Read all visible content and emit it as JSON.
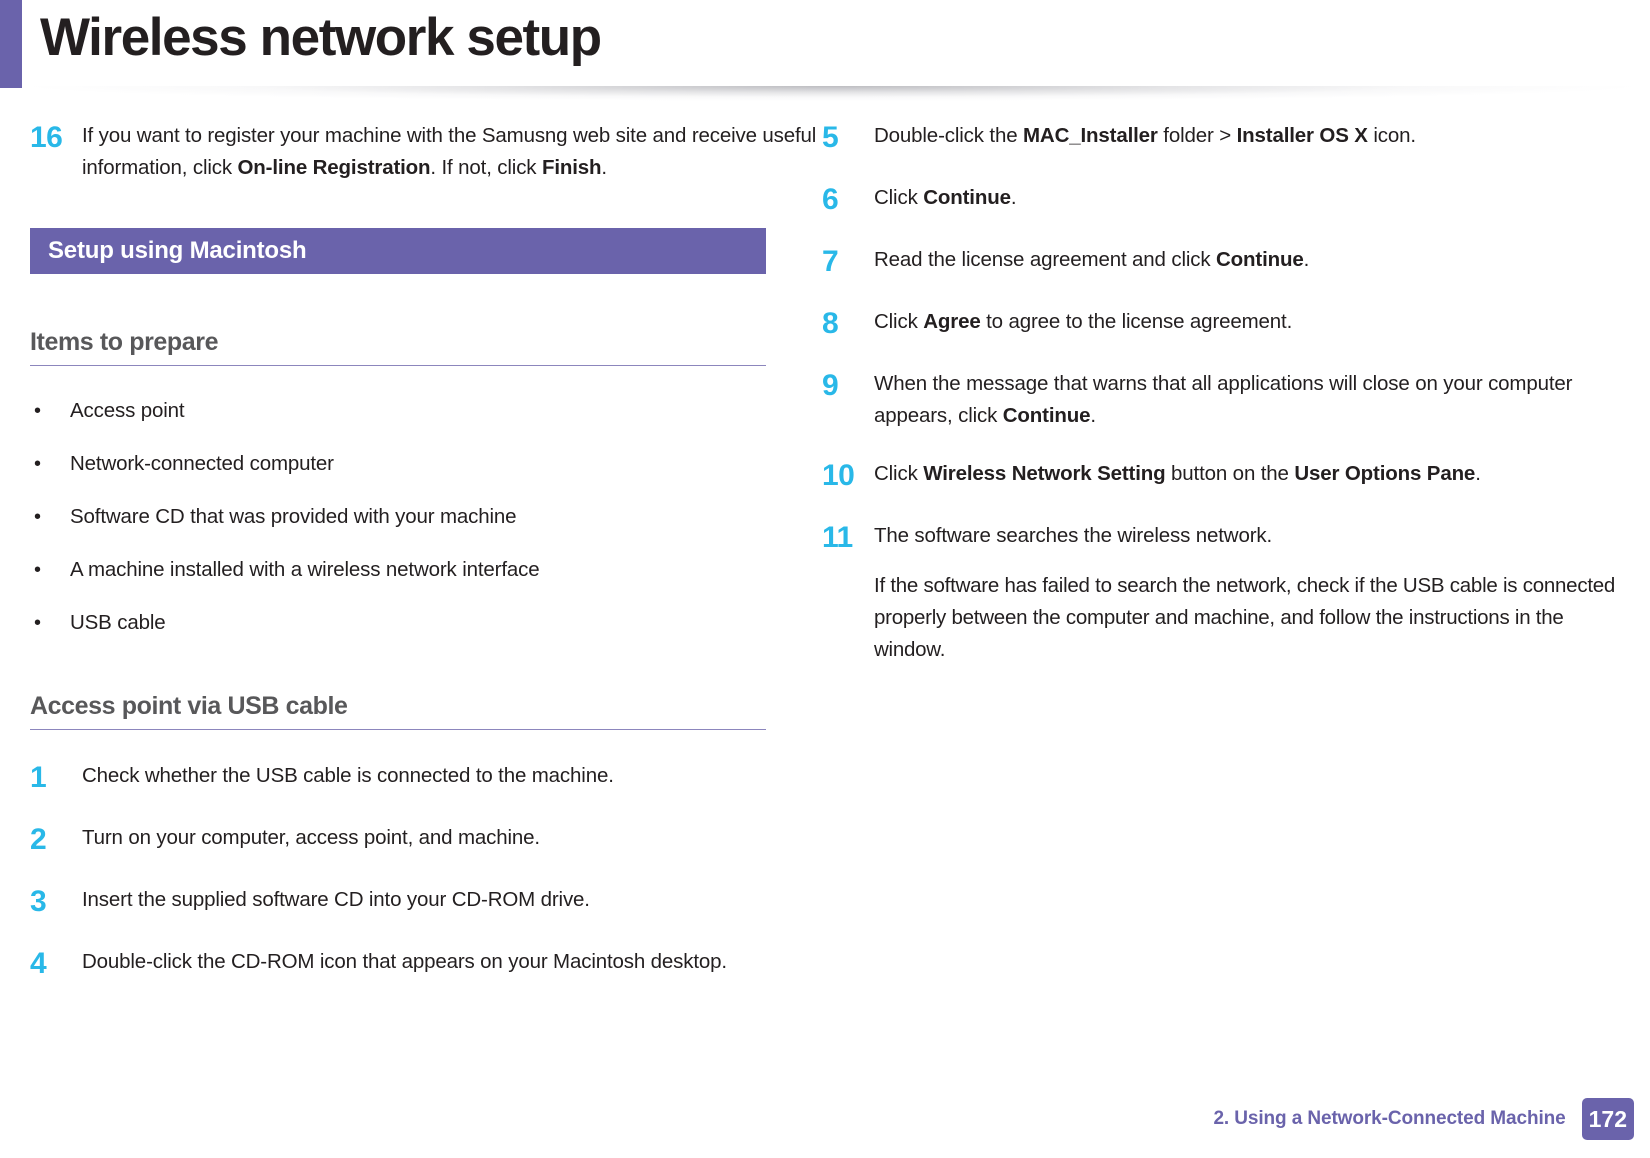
{
  "header": {
    "title": "Wireless network setup",
    "accent_color": "#6a63ab"
  },
  "theme": {
    "purple": "#6a63ab",
    "blue": "#29b8e8",
    "heading_gray": "#58585a",
    "body_black": "#231f20",
    "rule_purple": "#8c86bd"
  },
  "left_column": {
    "top_step": {
      "number": "16",
      "parts": [
        {
          "text": "If you want to register your machine with the Samusng web site and receive useful information, click ",
          "bold": false
        },
        {
          "text": "On-line Registration",
          "bold": true
        },
        {
          "text": ". If not, click ",
          "bold": false
        },
        {
          "text": "Finish",
          "bold": true
        },
        {
          "text": ".",
          "bold": false
        }
      ]
    },
    "section_banner": {
      "label": "Setup using Macintosh"
    },
    "items_heading": "Items to prepare",
    "items": [
      {
        "bullet": "•",
        "text": "Access point"
      },
      {
        "bullet": "•",
        "text": "Network-connected computer"
      },
      {
        "bullet": "•",
        "text": "Software CD that was provided with your machine"
      },
      {
        "bullet": "•",
        "text": "A machine installed with a wireless network interface"
      },
      {
        "bullet": "•",
        "text": "USB cable"
      }
    ],
    "usb_heading": "Access point via USB cable",
    "usb_steps": [
      {
        "number": "1",
        "parts": [
          {
            "text": "Check whether the USB cable is connected to the machine.",
            "bold": false
          }
        ]
      },
      {
        "number": "2",
        "parts": [
          {
            "text": "Turn on your computer, access point, and machine.",
            "bold": false
          }
        ]
      },
      {
        "number": "3",
        "parts": [
          {
            "text": "Insert the supplied software CD into your CD-ROM drive.",
            "bold": false
          }
        ]
      },
      {
        "number": "4",
        "parts": [
          {
            "text": "Double-click the CD-ROM icon that appears on your Macintosh desktop.",
            "bold": false
          }
        ]
      }
    ]
  },
  "right_column": {
    "steps": [
      {
        "number": "5",
        "parts": [
          {
            "text": "Double-click the ",
            "bold": false
          },
          {
            "text": "MAC_Installer",
            "bold": true
          },
          {
            "text": " folder > ",
            "bold": false
          },
          {
            "text": "Installer OS X",
            "bold": true
          },
          {
            "text": " icon.",
            "bold": false
          }
        ]
      },
      {
        "number": "6",
        "parts": [
          {
            "text": "Click ",
            "bold": false
          },
          {
            "text": "Continue",
            "bold": true
          },
          {
            "text": ".",
            "bold": false
          }
        ]
      },
      {
        "number": "7",
        "parts": [
          {
            "text": "Read the license agreement and click ",
            "bold": false
          },
          {
            "text": "Continue",
            "bold": true
          },
          {
            "text": ".",
            "bold": false
          }
        ]
      },
      {
        "number": "8",
        "parts": [
          {
            "text": "Click ",
            "bold": false
          },
          {
            "text": "Agree",
            "bold": true
          },
          {
            "text": " to agree to the license agreement.",
            "bold": false
          }
        ]
      },
      {
        "number": "9",
        "parts": [
          {
            "text": "When the message that warns that all applications will close on your computer appears, click ",
            "bold": false
          },
          {
            "text": "Continue",
            "bold": true
          },
          {
            "text": ".",
            "bold": false
          }
        ]
      },
      {
        "number": "10",
        "parts": [
          {
            "text": "Click ",
            "bold": false
          },
          {
            "text": "Wireless Network Setting",
            "bold": true
          },
          {
            "text": " button on the ",
            "bold": false
          },
          {
            "text": "User Options Pane",
            "bold": true
          },
          {
            "text": ".",
            "bold": false
          }
        ]
      },
      {
        "number": "11",
        "parts": [
          {
            "text": "The software searches the wireless network.",
            "bold": false
          }
        ],
        "sub_text": "If the software has failed to search the network, check if the USB cable is connected properly between the computer and machine, and follow the instructions in the window."
      }
    ]
  },
  "footer": {
    "chapter": "2.  Using a Network-Connected Machine",
    "page_number": "172"
  }
}
